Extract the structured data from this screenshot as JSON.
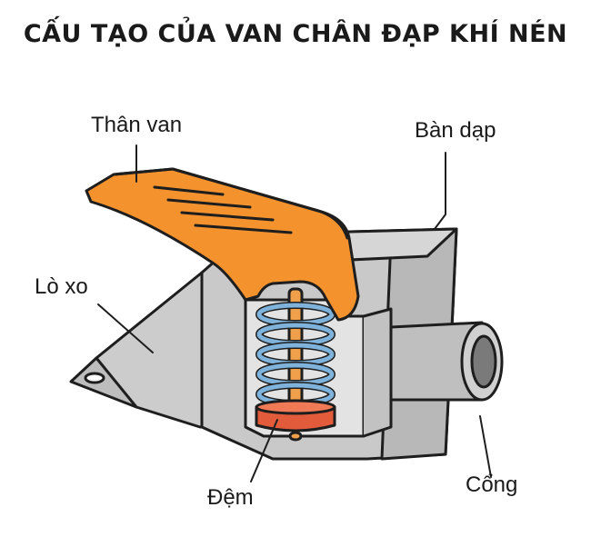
{
  "title": "CẤU TẠO CỦA VAN CHÂN ĐẠP KHÍ NÉN",
  "labels": {
    "than_van": "Thân van",
    "ban_dap": "Bàn dạp",
    "lo_xo": "Lò xo",
    "dem": "Đệm",
    "cong": "Cổng"
  },
  "colors": {
    "body": "#c9c9c9",
    "pedal": "#f4922e",
    "spring": "#7fb3dc",
    "rod": "#f0a04a",
    "pad": "#e25b3a"
  }
}
